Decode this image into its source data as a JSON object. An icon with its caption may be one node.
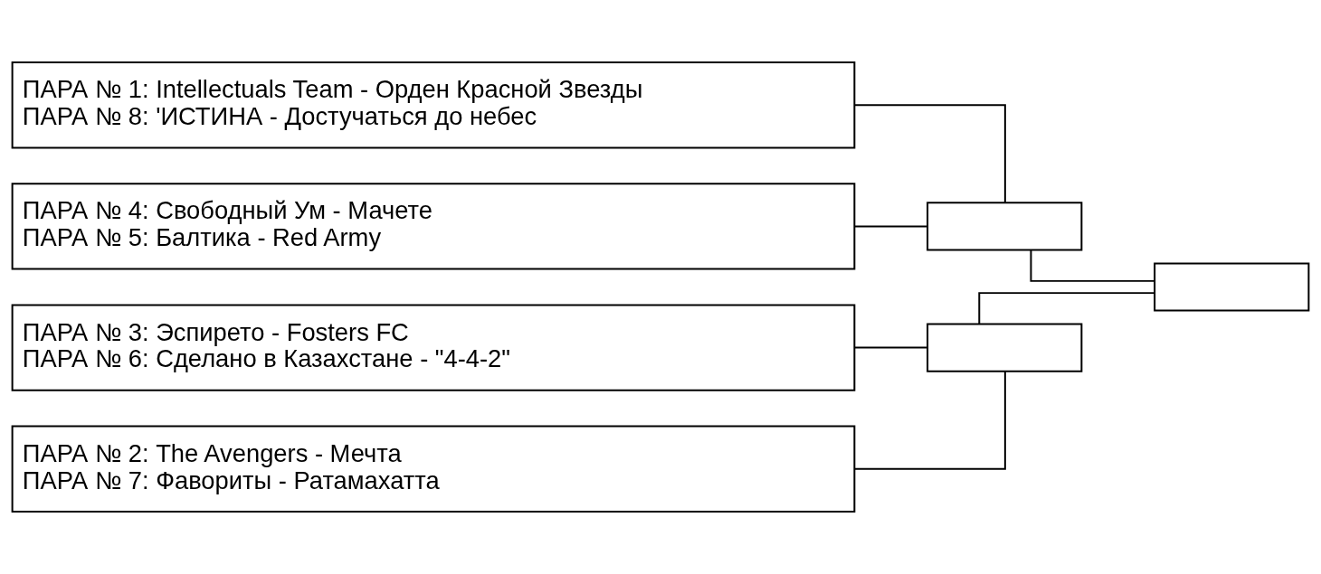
{
  "diagram": {
    "nodes": [
      {
        "text": [
          "ПАРА № 1: Intellectuals Team - Орден Красной Звезды",
          "ПАРА № 8: 'ИСТИНА - Достучаться до небес"
        ]
      },
      {
        "text": [
          "ПАРА № 4: Свободный Ум - Мачете",
          "ПАРА № 5: Балтика - Red Army"
        ]
      },
      {
        "text": [
          "ПАРА № 3: Эспирето - Fosters FC",
          "ПАРА № 6: Сделано в Казахстане - \"4-4-2\""
        ]
      },
      {
        "text": [
          "ПАРА № 2: The Avengers - Мечта",
          "ПАРА № 7: Фавориты - Ратамахатта"
        ]
      },
      {
        "text": [],
        "shape": "box"
      },
      {
        "text": [],
        "shape": "box"
      },
      {
        "text": [],
        "shape": "box"
      }
    ],
    "edges": [
      {
        "from": 0,
        "to": 4,
        "arrow": "none"
      },
      {
        "from": 1,
        "to": 4,
        "arrow": "none"
      },
      {
        "from": 2,
        "to": 5,
        "arrow": "none"
      },
      {
        "from": 3,
        "to": 5,
        "arrow": "none"
      },
      {
        "from": 4,
        "to": 6,
        "arrow": "none"
      },
      {
        "from": 5,
        "to": 6,
        "arrow": "none"
      }
    ]
  }
}
